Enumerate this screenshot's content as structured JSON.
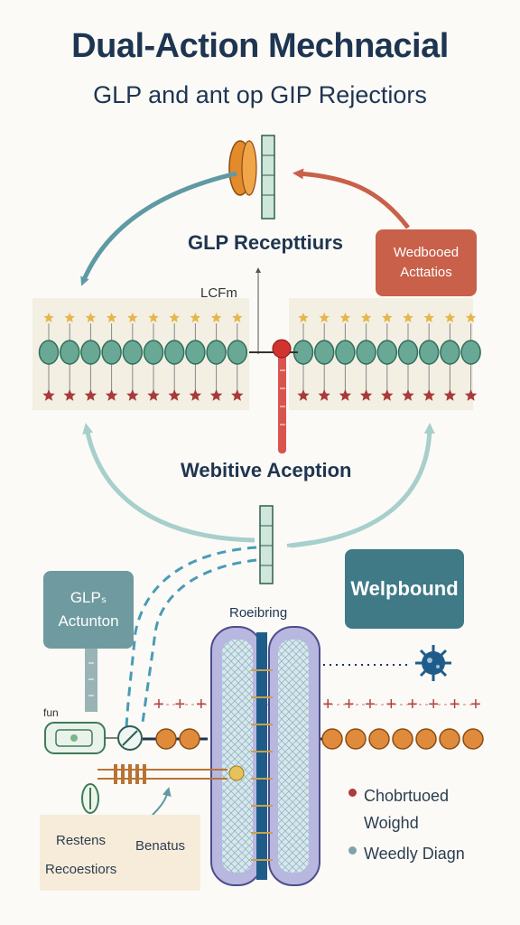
{
  "title": "Dual-Action Mechnacial",
  "subtitle": "GLP   and ant op GIP Rejectiors",
  "labels": {
    "receptor": "GLP Recepttiurs",
    "lcfm": "LCFm",
    "positive": "Webitive Aception",
    "receiving": "Roeibring",
    "fun": "fun"
  },
  "boxes": {
    "activation_line1": "Wedbooed",
    "activation_line2": "Acttatios",
    "glp_line1": "GLPₛ",
    "glp_line2": "Actunton",
    "welpbound": "Welpbound",
    "restens_1": "Restens",
    "restens_2": "Benatus",
    "restens_3": "Recoestiors"
  },
  "legend": {
    "items": [
      {
        "color": "#b03a3a",
        "line1": "Chobrtuoed",
        "line2": "Woighd"
      },
      {
        "color": "#7fa3ad",
        "line1": "Weedly Diagn",
        "line2": ""
      }
    ]
  },
  "colors": {
    "teal_arrow": "#5f9aa4",
    "light_arrow": "#a7cfcc",
    "orange_arrow": "#c9604a",
    "bead": "#6aa896",
    "orange_bead": "#e08a3c",
    "star_red": "#a73a3a",
    "star_gold": "#e6b64a"
  },
  "icons": [
    "orange-disc-icon",
    "membrane-bead-icon",
    "spiky-virus-icon",
    "channel-pore-icon",
    "plus-marker-icon"
  ]
}
